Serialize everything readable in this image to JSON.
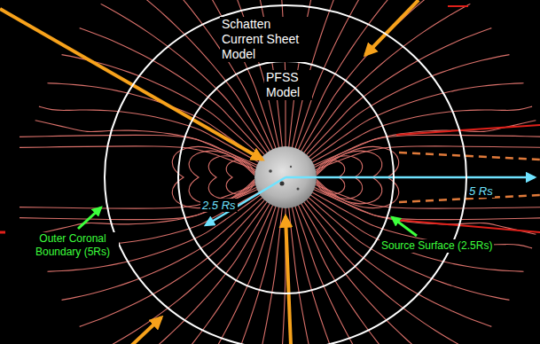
{
  "diagram": {
    "nodes": [
      {
        "text": [
          "Schatten Current Sheet Model"
        ]
      },
      {
        "text": [
          "PFSS Model"
        ],
        "in": 0
      }
    ],
    "labels": [
      "2.5 Rs",
      "5 Rs",
      "Outer Coronal Boundary (5Rs)",
      "Source Surface (2.5Rs)"
    ]
  }
}
